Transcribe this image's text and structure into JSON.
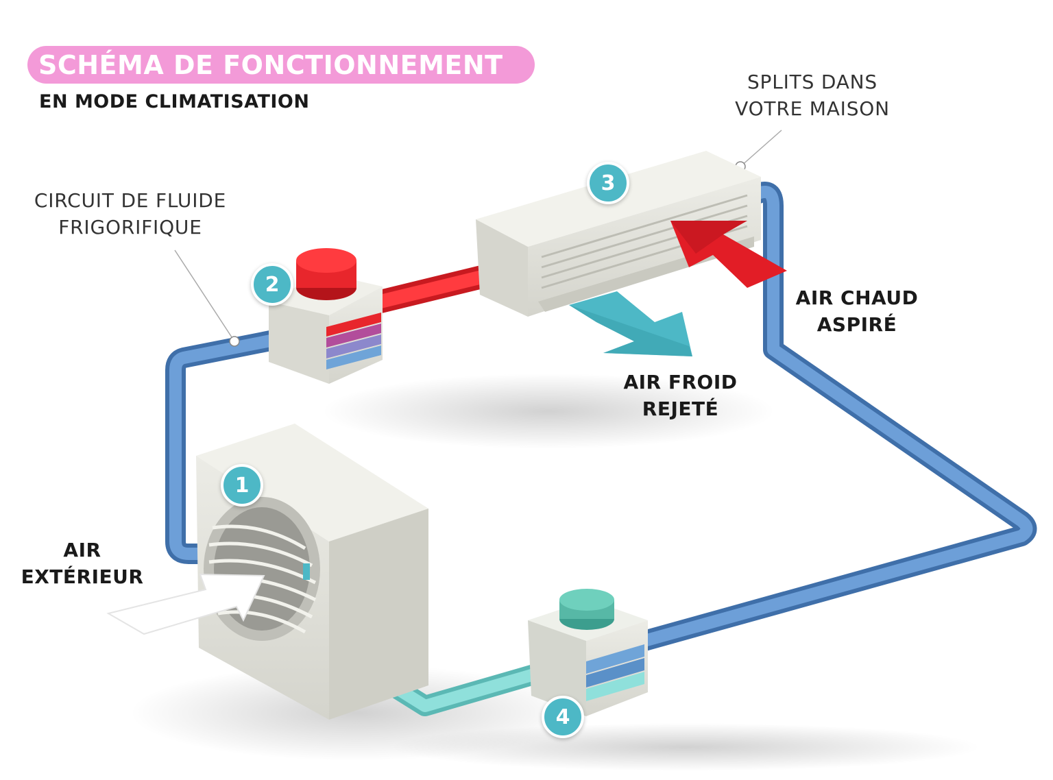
{
  "header": {
    "title": "SCHÉMA DE FONCTIONNEMENT",
    "subtitle": "EN MODE CLIMATISATION"
  },
  "labels": {
    "circuit": [
      "CIRCUIT DE FLUIDE",
      "FRIGORIFIQUE"
    ],
    "splits": [
      "SPLITS DANS",
      "VOTRE MAISON"
    ],
    "hot_air": [
      "AIR CHAUD",
      "ASPIRÉ"
    ],
    "cold_air": [
      "AIR FROID",
      "REJETÉ"
    ],
    "outside_air": [
      "AIR",
      "EXTÉRIEUR"
    ]
  },
  "badges": [
    "1",
    "2",
    "3",
    "4"
  ],
  "colors": {
    "title_pill": "#f39ad8",
    "badge": "#4db8c6",
    "pipe_blue": "#5b8ec9",
    "pipe_teal": "#7dd3cf",
    "pipe_red": "#e8242b",
    "cold_arrow": "#4db8c6",
    "hot_arrow": "#e21d26",
    "unit_body": "#e2e2dc"
  }
}
